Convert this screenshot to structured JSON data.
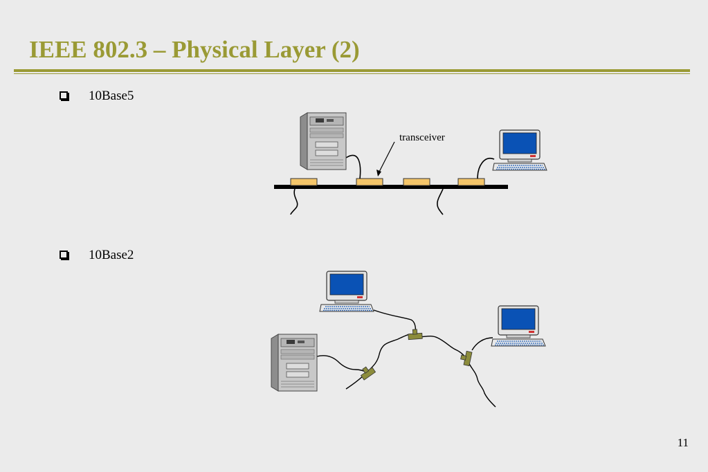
{
  "title": "IEEE 802.3 – Physical Layer (2)",
  "bullets": [
    {
      "label": "10Base5"
    },
    {
      "label": "10Base2"
    }
  ],
  "diagram": {
    "transceiver_label": "transceiver"
  },
  "page_number": "11",
  "colors": {
    "title": "#9a9a35",
    "background": "#ebebeb",
    "transceiver": "#f5c66a",
    "t_connector": "#8c8c3c",
    "screen": "#0a52b5"
  }
}
